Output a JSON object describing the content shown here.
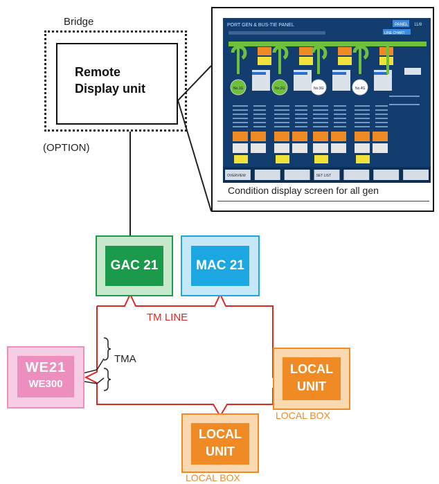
{
  "bridge": {
    "label": "Bridge",
    "option_label": "(OPTION)",
    "remote_unit_line1": "Remote",
    "remote_unit_line2": "Display unit"
  },
  "screen": {
    "header_title": "PORT GEN & BUS-TIE PANEL",
    "header_page": "11/8",
    "header_btn": "PANEL",
    "header_btn2": "LINE CHART",
    "caption": "Condition display screen for all gen",
    "gen_labels": [
      "No.1G",
      "No.2G",
      "No.3G",
      "No.4G"
    ],
    "bottom_buttons": [
      "OVERVIEW",
      "",
      "",
      "SET LIST",
      "",
      "",
      ""
    ]
  },
  "units": {
    "gac": "GAC 21",
    "mac": "MAC 21",
    "we_logo": "WE21",
    "we_sub": "WE300",
    "local1": [
      "LOCAL",
      "UNIT"
    ],
    "local2": [
      "LOCAL",
      "UNIT"
    ],
    "local_box1": "LOCAL BOX",
    "local_box2": "LOCAL BOX"
  },
  "lines": {
    "tm_line": "TM LINE",
    "tma": "TMA"
  },
  "colors": {
    "gac_fill": "#1a9a4a",
    "gac_bg": "#c8e8cc",
    "mac_fill": "#1ca7e3",
    "mac_bg": "#c6e7f7",
    "we_fill": "#ec8fbf",
    "we_bg": "#f6cde2",
    "local_fill": "#f08a24",
    "local_bg": "#fbd9b0",
    "tm_line": "#e52421",
    "screen_bg": "#123d6e"
  }
}
